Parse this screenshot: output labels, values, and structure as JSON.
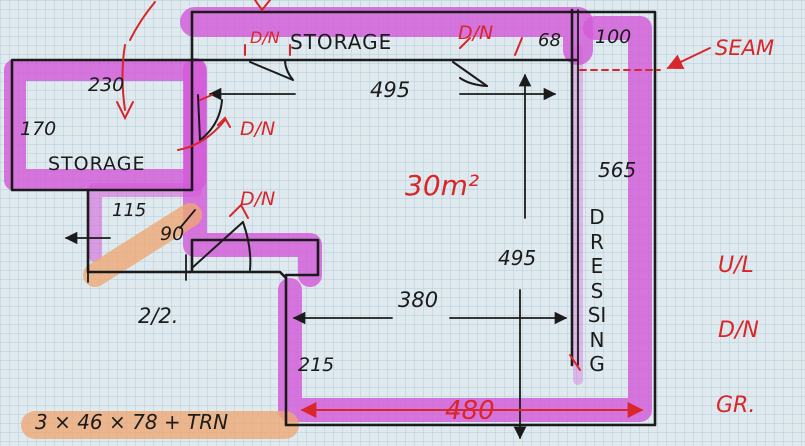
{
  "plan": {
    "area": "30m²",
    "rooms": {
      "storage_top": "STORAGE",
      "storage_left": "STORAGE",
      "dressing": "DRESSING"
    },
    "dims": {
      "d230": "230",
      "d170": "170",
      "d115": "115",
      "d90": "90",
      "d495_top": "495",
      "d68": "68",
      "d100": "100",
      "d565": "565",
      "d495_mid": "495",
      "d380": "380",
      "d215": "215",
      "d480": "480",
      "d2_2": "2/2."
    },
    "doors": {
      "door_top_left": "D/N",
      "door_top_right": "D/N",
      "door_mid": "D/N",
      "door_low": "D/N"
    },
    "notes": {
      "seam": "SEAM",
      "ul": "U/L",
      "dn": "D/N",
      "gr": "GR.",
      "bottom": "3 × 46 × 78 + TRN"
    }
  },
  "colors": {
    "paper": "#dfe9ee",
    "grid": "#9fc6d4",
    "highlight": "#d35ad8",
    "orange": "#eda774",
    "ink": "#1b1b1b",
    "red": "#d8262b"
  }
}
